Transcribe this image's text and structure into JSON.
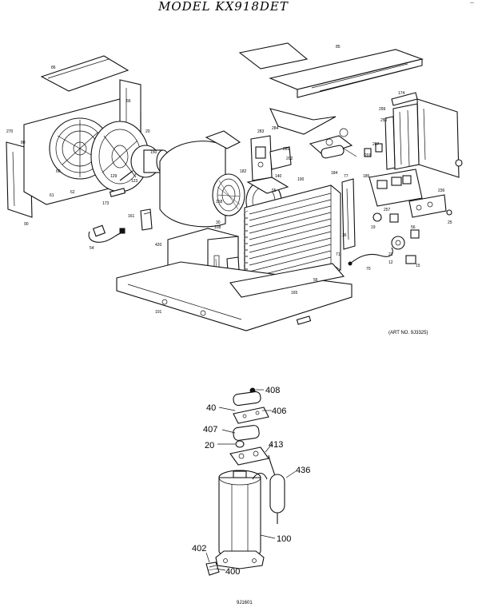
{
  "header": {
    "model_text": "MODEL KX918DET"
  },
  "upper_art_ref": "(ART NO. 9J3325)",
  "lower_art_ref": "9J1601",
  "upper_callouts": {
    "c_top_panel": "85",
    "c_left_grille": "86",
    "c_left_side": "270",
    "c_left_side_b": "80",
    "c_left_bot": "90",
    "c_front_cover": "66",
    "c_fan_top": "20",
    "c_fan_mid": "60",
    "c_fan_low": "61",
    "c_motor_a": "129",
    "c_motor_b": "123",
    "c_clip": "62",
    "c_cap_bracket": "173",
    "c_cord": "54",
    "c_blower": "150",
    "c_bracket_a": "161",
    "c_ctrl_a": "283",
    "c_ctrl_b": "284",
    "c_ctrl_c": "289",
    "c_switch": "202",
    "c_tube_a": "182",
    "c_coil": "100",
    "c_panel_a": "140",
    "c_shroud": "55",
    "c_cap": "30",
    "c_therm": "77",
    "c_tstat_a": "184",
    "c_tstat_b": "185",
    "c_knob_a": "201",
    "c_knob_b": "207",
    "c_ctrl_panel": "236",
    "c_ctrl_knob": "25",
    "c_rel_a": "257",
    "c_rel_b": "56",
    "c_rel_c": "19",
    "c_top_right": "174",
    "c_side_right": "250",
    "c_screw": "299",
    "c_base": "101",
    "c_base_b": "165",
    "c_wire": "70",
    "c_small_a": "21",
    "c_small_b": "12",
    "c_small_c": "15",
    "c_small_d": "71",
    "c_small_e": "36",
    "c_side_panel": "420",
    "c_drain": "158",
    "c_vent_door": "108",
    "c_motor_plate": "56"
  },
  "lower_callouts": {
    "c408": "408",
    "c40": "40",
    "c406": "406",
    "c407": "407",
    "c20": "20",
    "c413": "413",
    "c436": "436",
    "c100": "100",
    "c402": "402",
    "c400": "400"
  }
}
